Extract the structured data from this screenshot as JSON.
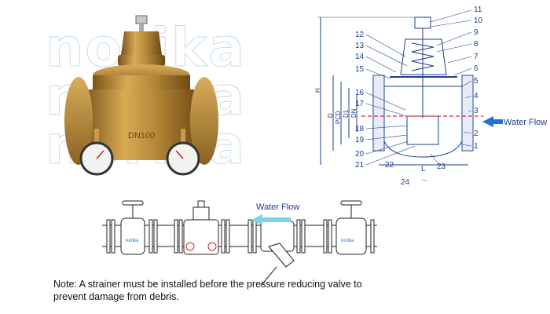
{
  "watermark": {
    "brand": "norika"
  },
  "photo": {
    "body_marking": "DN100"
  },
  "sectional": {
    "callouts": [
      "1",
      "2",
      "3",
      "4",
      "5",
      "6",
      "7",
      "8",
      "9",
      "10",
      "11",
      "12",
      "13",
      "14",
      "15",
      "16",
      "17",
      "18",
      "19",
      "20",
      "21",
      "22",
      "23",
      "24"
    ],
    "dims": {
      "H": "H",
      "D": "D",
      "PCD": "PCD",
      "D1": "D1",
      "DN": "DN",
      "L": "L"
    },
    "flow_label": "Water Flow"
  },
  "installation": {
    "flow_label": "Water Flow",
    "logo_text": "norika"
  },
  "note": "Note: A strainer must be installed before the pressure reducing valve to prevent damage from debris.",
  "colors": {
    "accent": "#1f6fd6",
    "line": "#1e3f8f",
    "brass": "#b8862f",
    "watermark": "#c5dbee"
  }
}
